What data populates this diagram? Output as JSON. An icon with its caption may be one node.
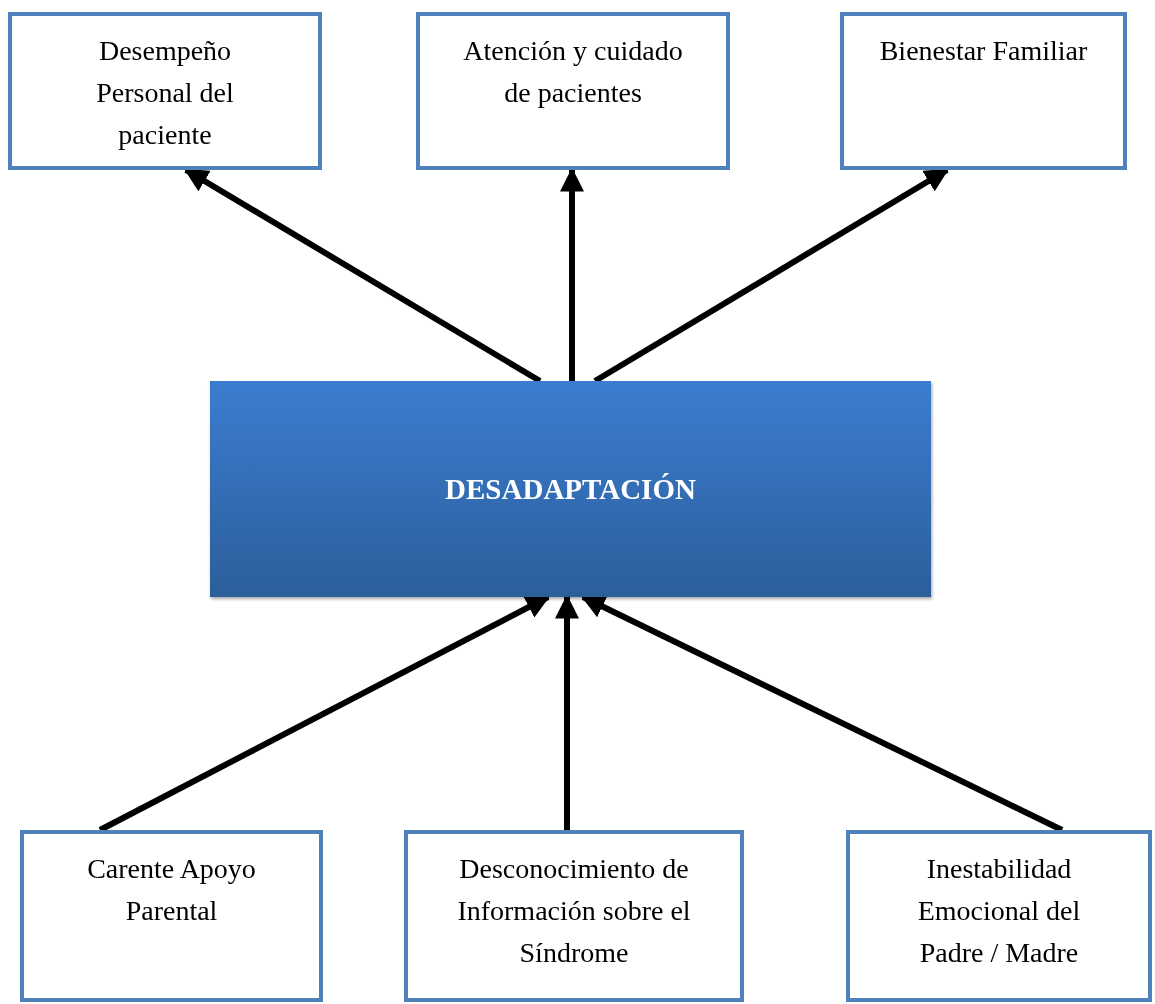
{
  "diagram": {
    "nodes": [
      {
        "text": [
          "Desempeño Personal del paciente"
        ]
      },
      {
        "text": [
          "Atención y cuidado de pacientes"
        ]
      },
      {
        "text": [
          "Bienestar Familiar"
        ]
      },
      {
        "text": [
          "DESADAPTACIÓN"
        ]
      },
      {
        "text": [
          "Carente Apoyo Parental"
        ]
      },
      {
        "text": [
          "Desconocimiento de Información sobre el Síndrome"
        ]
      },
      {
        "text": [
          "Inestabilidad Emocional del Padre / Madre"
        ]
      }
    ],
    "edges": [
      {
        "from": 3,
        "to": 0,
        "arrow": "to"
      },
      {
        "from": 3,
        "to": 1,
        "arrow": "to"
      },
      {
        "from": 3,
        "to": 2,
        "arrow": "to"
      },
      {
        "from": 4,
        "to": 3,
        "arrow": "to"
      },
      {
        "from": 5,
        "to": 3,
        "arrow": "to"
      },
      {
        "from": 6,
        "to": 3,
        "arrow": "to"
      }
    ]
  }
}
